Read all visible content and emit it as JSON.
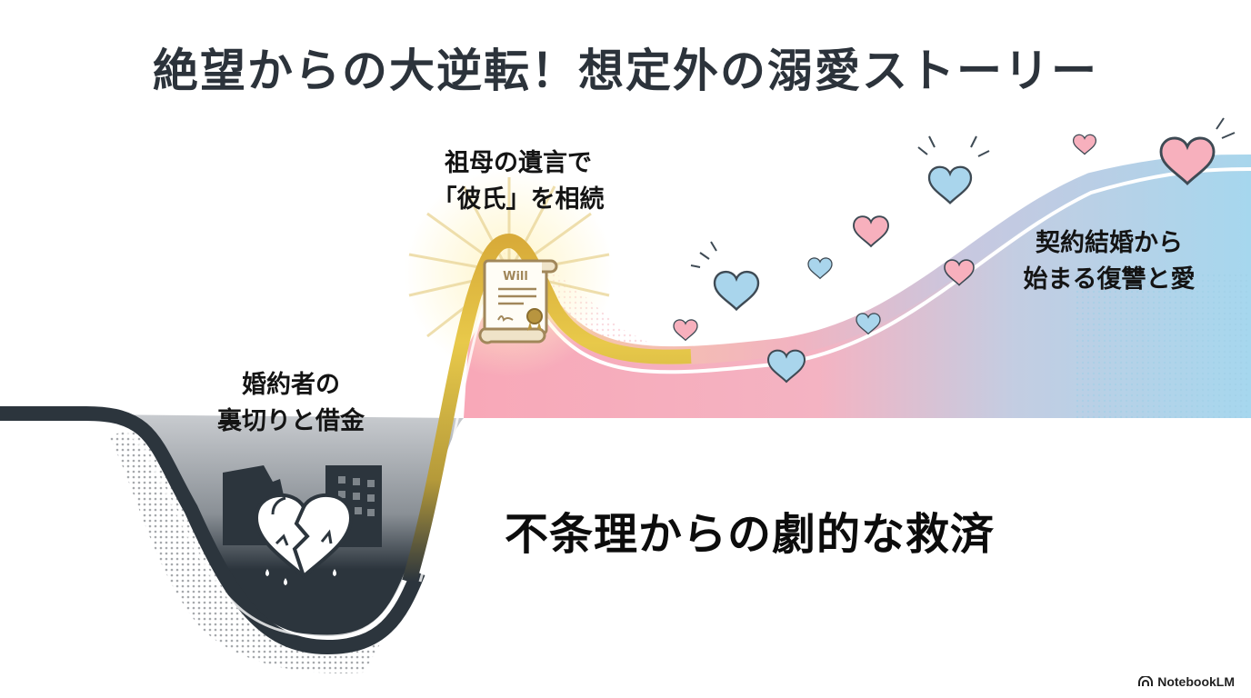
{
  "title": "絶望からの大逆転！想定外の溺愛ストーリー",
  "stages": [
    {
      "id": "despair",
      "lines": [
        "婚約者の",
        "裏切りと借金"
      ],
      "icon": "broken-heart-icon"
    },
    {
      "id": "inheritance",
      "lines": [
        "祖母の遺言で",
        "「彼氏」を相続"
      ],
      "icon": "will-scroll-icon",
      "scroll_text": "Will"
    },
    {
      "id": "romance",
      "lines": [
        "契約結婚から",
        "始まる復讐と愛"
      ],
      "icon": "hearts-icon"
    }
  ],
  "tagline": "不条理からの劇的な救済",
  "brand": {
    "name": "NotebookLM",
    "icon": "notebooklm-logo-icon"
  },
  "colors": {
    "dark": "#2c353d",
    "gold": "#d9b43a",
    "pink": "#f6a9b8",
    "blue": "#a6d6ec",
    "heart_pink": "#f7b0bd",
    "heart_blue": "#a9d5ec"
  }
}
